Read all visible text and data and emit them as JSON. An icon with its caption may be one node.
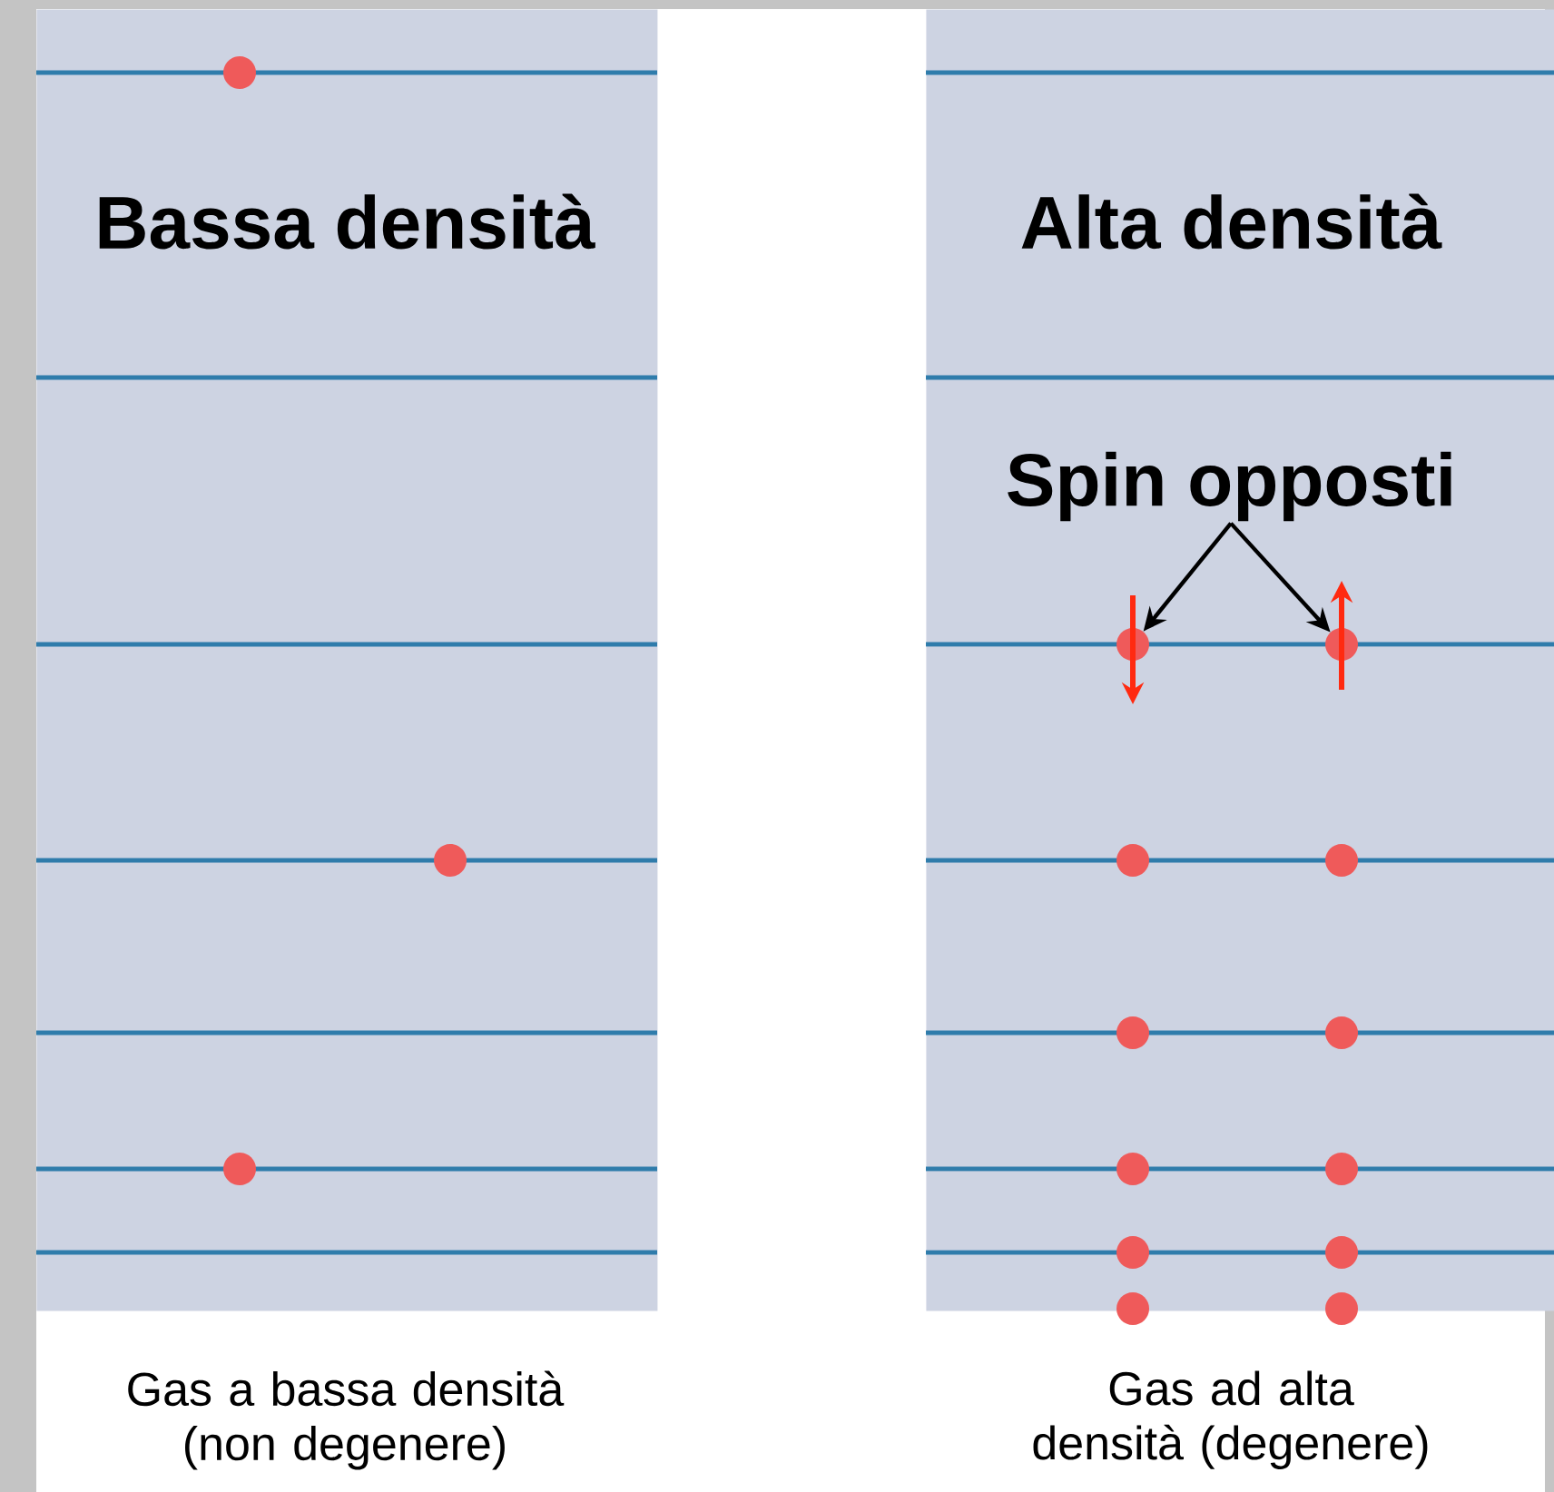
{
  "diagram": {
    "nodes": [
      {
        "text": [
          "Bassa densità"
        ],
        "beside": [
          "Gas a bassa densità (non degenere)"
        ]
      },
      {
        "text": [
          "Alta densità"
        ],
        "beside": [
          "Gas ad alta densità (degenere)"
        ]
      },
      {
        "text": [
          "Spin opposti"
        ],
        "in": 1
      },
      {
        "text": [],
        "shape": "circle",
        "in": 1
      },
      {
        "text": [],
        "shape": "circle",
        "in": 1
      },
      {
        "text": [],
        "shape": "circle",
        "in": 0
      },
      {
        "text": [],
        "shape": "circle",
        "in": 0
      },
      {
        "text": [],
        "shape": "circle",
        "in": 0
      },
      {
        "text": [],
        "shape": "circle",
        "in": 1
      },
      {
        "text": [],
        "shape": "circle",
        "in": 1
      },
      {
        "text": [],
        "shape": "circle",
        "in": 1
      },
      {
        "text": [],
        "shape": "circle",
        "in": 1
      },
      {
        "text": [],
        "shape": "circle",
        "in": 1
      },
      {
        "text": [],
        "shape": "circle",
        "in": 1
      },
      {
        "text": [],
        "shape": "circle",
        "in": 1
      },
      {
        "text": [],
        "shape": "circle",
        "in": 1
      },
      {
        "text": [],
        "shape": "circle",
        "in": 1
      },
      {
        "text": [],
        "shape": "circle",
        "in": 1
      }
    ],
    "edges": [
      {
        "from": 2,
        "to": 3,
        "arrow": "to"
      },
      {
        "from": 2,
        "to": 4,
        "arrow": "to"
      }
    ]
  }
}
